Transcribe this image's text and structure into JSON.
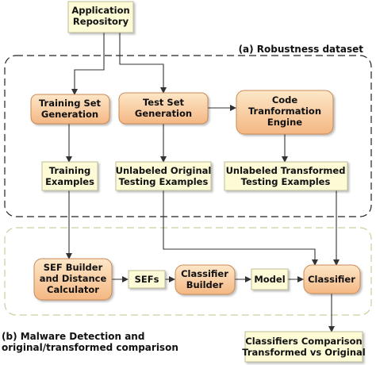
{
  "regions": {
    "robustness": {
      "label": "(a) Robustness dataset",
      "stroke": "#222222"
    },
    "detection": {
      "label_lines": [
        "(b) Malware Detection and",
        "original/transformed comparison"
      ],
      "stroke": "#c9cf9e"
    }
  },
  "colors": {
    "box_fill": "#fdfad6",
    "box_stroke": "#bfbd9a",
    "process_fill_top": "#fde7c8",
    "process_fill_bottom": "#f4b783",
    "process_stroke": "#c98a55",
    "arrow": "#333333"
  },
  "nodes": {
    "app_repo": {
      "lines": [
        "Application",
        "Repository"
      ],
      "kind": "data"
    },
    "training_set_gen": {
      "lines": [
        "Training Set",
        "Generation"
      ],
      "kind": "process"
    },
    "test_set_gen": {
      "lines": [
        "Test Set",
        "Generation"
      ],
      "kind": "process"
    },
    "code_transform": {
      "lines": [
        "Code",
        "Tranformation",
        "Engine"
      ],
      "kind": "process"
    },
    "training_examples": {
      "lines": [
        "Training",
        "Examples"
      ],
      "kind": "data"
    },
    "unlabeled_original": {
      "lines": [
        "Unlabeled Original",
        "Testing Examples"
      ],
      "kind": "data"
    },
    "unlabeled_transformed": {
      "lines": [
        "Unlabeled Transformed",
        "Testing Examples"
      ],
      "kind": "data"
    },
    "sef_builder": {
      "lines": [
        "SEF Builder",
        "and Distance",
        "Calculator"
      ],
      "kind": "process"
    },
    "sefs": {
      "lines": [
        "SEFs"
      ],
      "kind": "data"
    },
    "classifier_builder": {
      "lines": [
        "Classifier",
        "Builder"
      ],
      "kind": "process"
    },
    "model": {
      "lines": [
        "Model"
      ],
      "kind": "data"
    },
    "classifier": {
      "lines": [
        "Classifier"
      ],
      "kind": "process"
    },
    "comparison": {
      "lines": [
        "Classifiers Comparison",
        "Transformed vs Original"
      ],
      "kind": "data"
    }
  }
}
